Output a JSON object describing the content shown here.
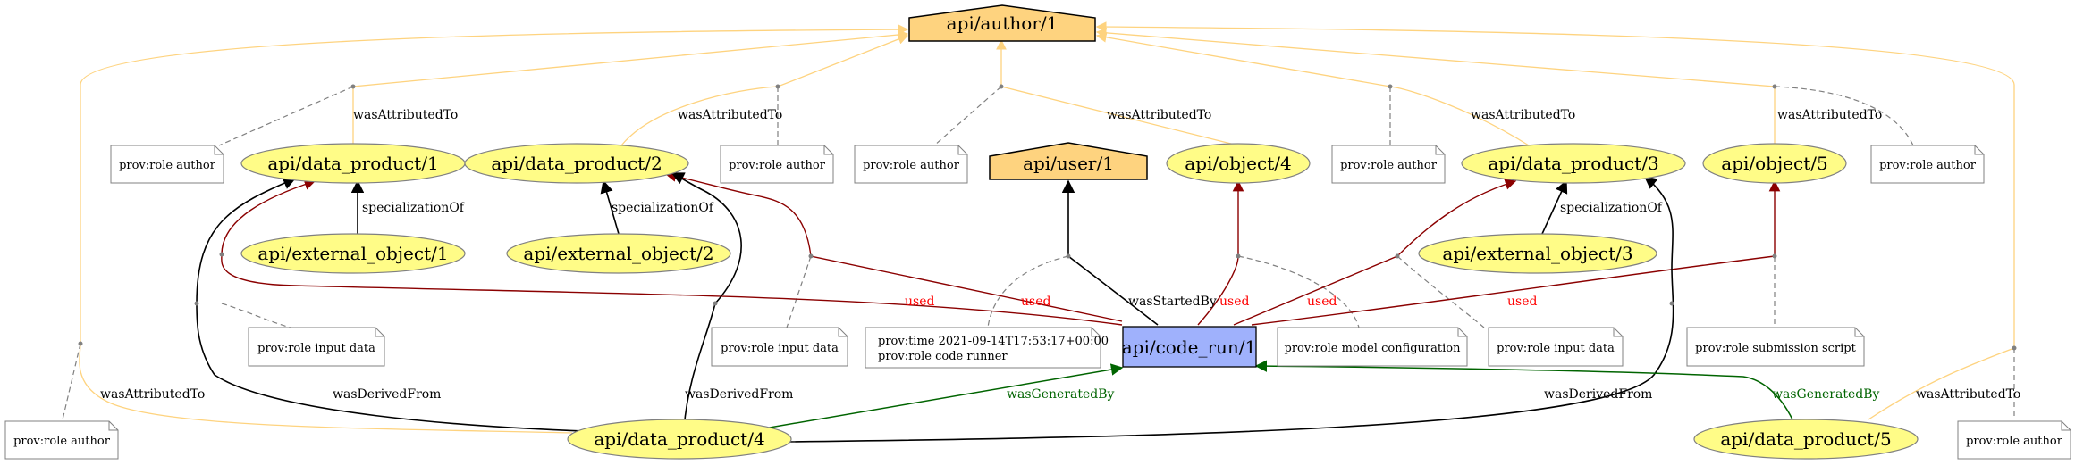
{
  "nodes": {
    "author": "api/author/1",
    "user": "api/user/1",
    "code_run": "api/code_run/1",
    "dp1": "api/data_product/1",
    "dp2": "api/data_product/2",
    "dp3": "api/data_product/3",
    "dp4": "api/data_product/4",
    "dp5": "api/data_product/5",
    "obj4": "api/object/4",
    "obj5": "api/object/5",
    "ext1": "api/external_object/1",
    "ext2": "api/external_object/2",
    "ext3": "api/external_object/3"
  },
  "notes": {
    "role_author_dp1": "prov:role author",
    "role_author_dp2": "prov:role author",
    "role_author_obj4": "prov:role author",
    "role_author_dp3": "prov:role author",
    "role_author_obj5": "prov:role author",
    "role_author_dp4": "prov:role author",
    "role_author_dp5": "prov:role author",
    "role_input_dp1": "prov:role input data",
    "role_input_dp2": "prov:role input data",
    "run_time": "prov:time 2021-09-14T17:53:17+00:00",
    "run_role": "prov:role  code runner",
    "role_model_config": "prov:role model configuration",
    "role_input_dp3": "prov:role input data",
    "role_submission": "prov:role submission script"
  },
  "edge_labels": {
    "was_attributed_to": "wasAttributedTo",
    "specialization_of": "specializationOf",
    "used": "used",
    "was_started_by": "wasStartedBy",
    "was_derived_from": "wasDerivedFrom",
    "was_generated_by": "wasGeneratedBy"
  },
  "colors": {
    "agent_fill": "#fed37f",
    "activity_fill": "#9fb1fc",
    "entity_fill": "#fffc87",
    "attribution_edge": "#fed37f",
    "used_edge": "#8b0000",
    "used_label": "#ff0000",
    "generated_edge": "#006400",
    "note_edge": "#808080"
  }
}
